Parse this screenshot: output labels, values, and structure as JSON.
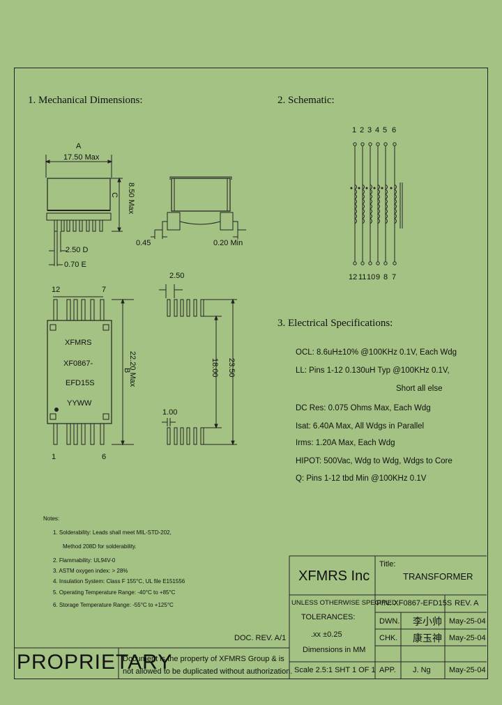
{
  "sections": {
    "mechanical": "1. Mechanical Dimensions:",
    "schematic": "2. Schematic:",
    "electrical": "3. Electrical   Specifications:"
  },
  "mechanical": {
    "dim_a_letter": "A",
    "dim_a": "17.50 Max",
    "dim_c_letter": "C",
    "dim_c": "8.50 Max",
    "dim_d": "2.50 D",
    "dim_e": "0.70 E",
    "dim_045": "0.45",
    "dim_020": "0.20 Min",
    "pin_12": "12",
    "pin_7": "7",
    "pin_1": "1",
    "pin_6": "6",
    "marking": [
      "XFMRS",
      "XF0867-",
      "EFD15S",
      "YYWW"
    ],
    "dim_b_letter": "B",
    "dim_b": "22.20 Max",
    "pad_pitch": "2.50",
    "pad_width": "1.00",
    "pad_span1": "18.00",
    "pad_span2": "23.50"
  },
  "schematic": {
    "top_pins": [
      "1",
      "2",
      "3",
      "4",
      "5",
      "6"
    ],
    "bottom_pins": [
      "12",
      "11",
      "10",
      "9",
      "8",
      "7"
    ]
  },
  "electrical": [
    "OCL: 8.6uH±10% @100KHz 0.1V, Each Wdg",
    "LL: Pins 1-12 0.130uH Typ @100KHz 0.1V,",
    "Short all else",
    "DC Res: 0.075 Ohms Max, Each Wdg",
    "Isat: 6.40A Max, All Wdgs in Parallel",
    "Irms: 1.20A Max, Each Wdg",
    "HIPOT: 500Vac, Wdg to Wdg, Wdgs to Core",
    "Q: Pins 1-12 tbd Min @100KHz 0.1V"
  ],
  "notes": {
    "heading": "Notes:",
    "items": [
      "1. Solderability: Leads shall meet MIL-STD-202,",
      "Method 208D for solderability.",
      "2. Flammability: UL94V-0",
      "3. ASTM oxygen index: > 28%",
      "4. Insulation System: Class F 155°C, UL file E151556",
      "5. Operating Temperature Range:   -40°C to +85°C",
      "6. Storage Temperature Range: -55°C to +125°C"
    ]
  },
  "doc_rev": "DOC. REV. A/1",
  "proprietary": "PROPRIETARY",
  "proprietary_text": [
    "Document is the property of XFMRS Group & is",
    "not allowed to be duplicated without authorization."
  ],
  "titleblock": {
    "company": "XFMRS Inc",
    "title_label": "Title:",
    "title": "TRANSFORMER",
    "unless": "UNLESS OTHERWISE SPECIFIED",
    "tolerances": "TOLERANCES:",
    "tol_val": ".xx ±0.25",
    "dims": "Dimensions in MM",
    "scale": "Scale 2.5:1 SHT 1 OF 1",
    "pn": "P/N: XF0867-EFD15S",
    "rev": "REV. A",
    "dwn": "DWN.",
    "chk": "CHK.",
    "app": "APP.",
    "dwn_sig": "李小帅",
    "chk_sig": "康玉神",
    "app_sig": "J. Ng",
    "date1": "May-25-04",
    "date2": "May-25-04",
    "date3": "May-25-04"
  }
}
